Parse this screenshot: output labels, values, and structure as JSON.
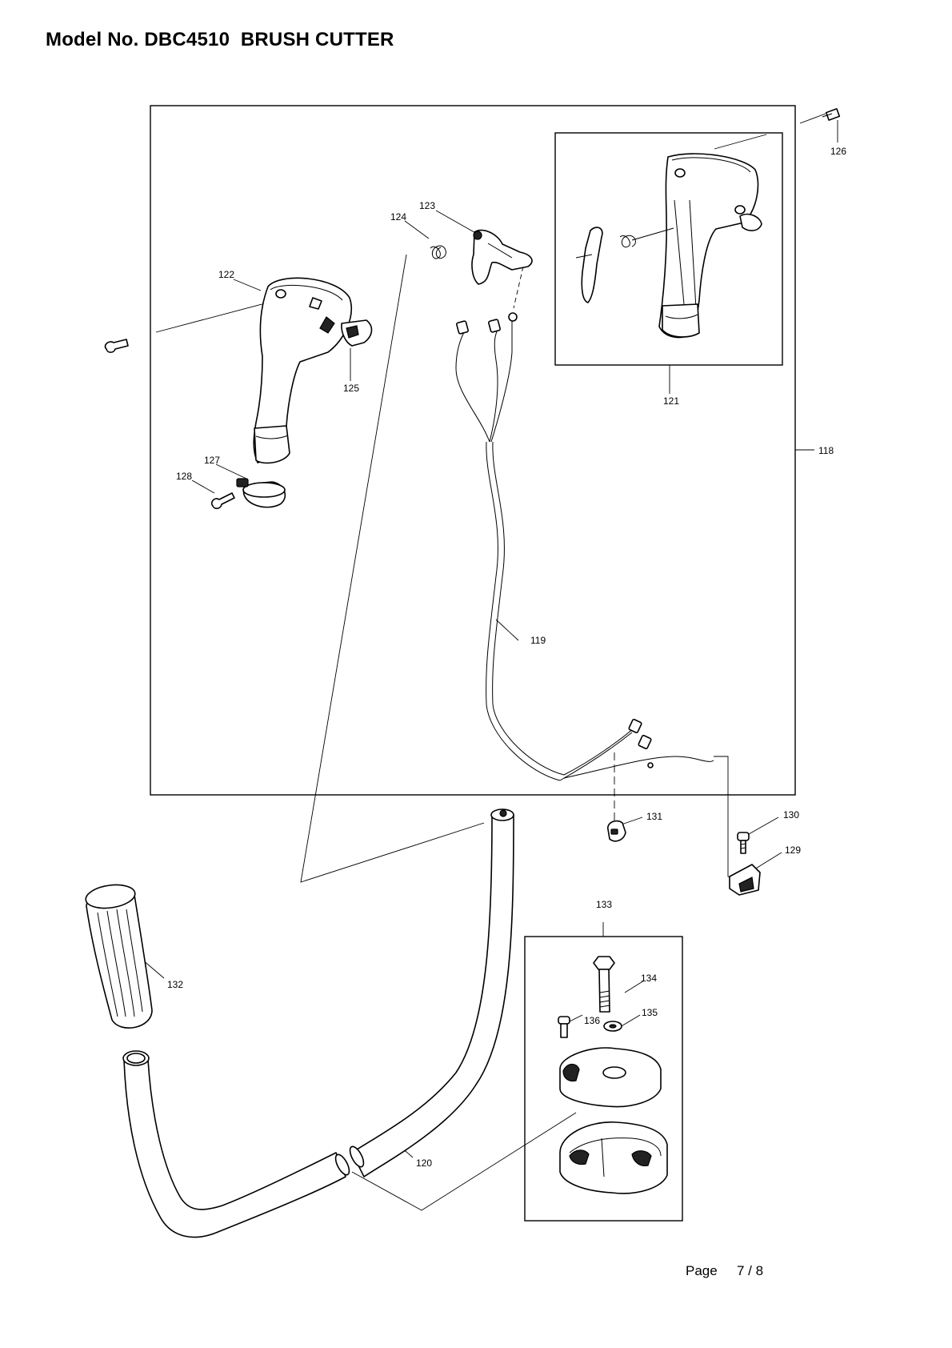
{
  "header": {
    "title": "Model No. DBC4510  BRUSH CUTTER"
  },
  "footer": {
    "page_label": "Page",
    "page_number": "7 / 8"
  },
  "parts": {
    "p118": "118",
    "p119": "119",
    "p120": "120",
    "p121": "121",
    "p122": "122",
    "p123": "123",
    "p124": "124",
    "p125": "125",
    "p126": "126",
    "p127": "127",
    "p128": "128",
    "p129": "129",
    "p130": "130",
    "p131": "131",
    "p132": "132",
    "p133": "133",
    "p134": "134",
    "p135": "135",
    "p136": "136"
  }
}
